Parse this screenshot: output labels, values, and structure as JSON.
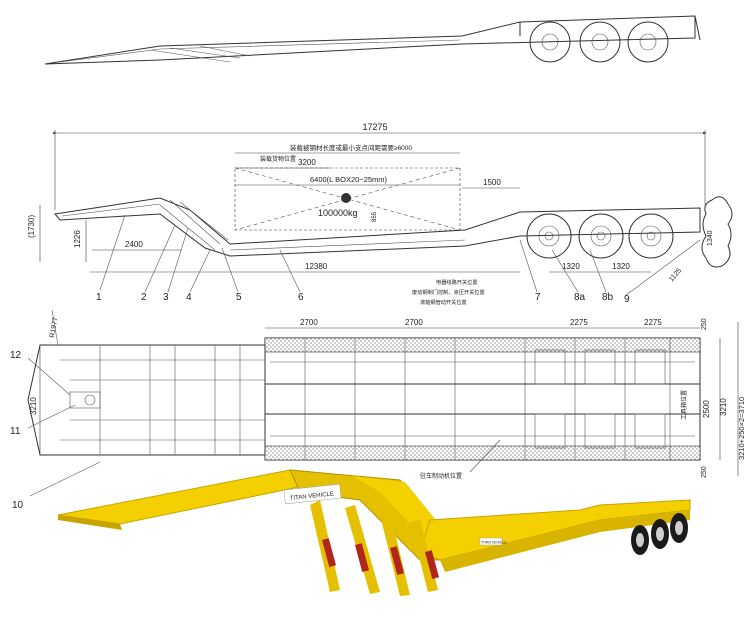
{
  "colors": {
    "body": "#f4d000",
    "body_dark": "#c9a400",
    "tire": "#1a1a1a",
    "spring": "#b0261c",
    "line": "#333333"
  },
  "side_view": {
    "overall_length": "17275",
    "note_top": "装载被钢材长度或最小支点间距需要≥6000",
    "note_sub": "装载货物位置",
    "dim_3200": "3200",
    "dim_6400": "6400(L BOX20~25mm)",
    "dim_1500": "1500",
    "load": "100000kg",
    "dim_855": "855",
    "dim_1730": "(1730)",
    "dim_1226": "1226",
    "dim_2400": "2400",
    "dim_12380": "12380",
    "dim_1320a": "1320",
    "dim_1320b": "1320",
    "dim_1340": "1340",
    "dim_1125": "1125",
    "legend_lines": [
      "电器线路开关位置",
      "废动钢制门控制、液压开关位置",
      "滚轴钢管动开关位置"
    ],
    "callouts": [
      "1",
      "2",
      "3",
      "4",
      "5",
      "6",
      "7",
      "8a",
      "8b",
      "9"
    ]
  },
  "top_view": {
    "dim_2700a": "2700",
    "dim_2700b": "2700",
    "dim_2275a": "2275",
    "dim_2275b": "2275",
    "dim_250a": "250",
    "dim_250b": "250",
    "dim_2500": "2500",
    "dim_3210_right": "3210",
    "dim_3210_left": "3210",
    "dim_total_width": "3210+250×2=3710",
    "dim_r1977": "R1977",
    "tool_box": "工具箱位置",
    "brake_note": "驻车制动机位置",
    "callouts": [
      "12",
      "11",
      "10"
    ]
  },
  "photo": {
    "brand": "TITAN VEHICLE",
    "plate": "TITAN VEHICLE"
  }
}
